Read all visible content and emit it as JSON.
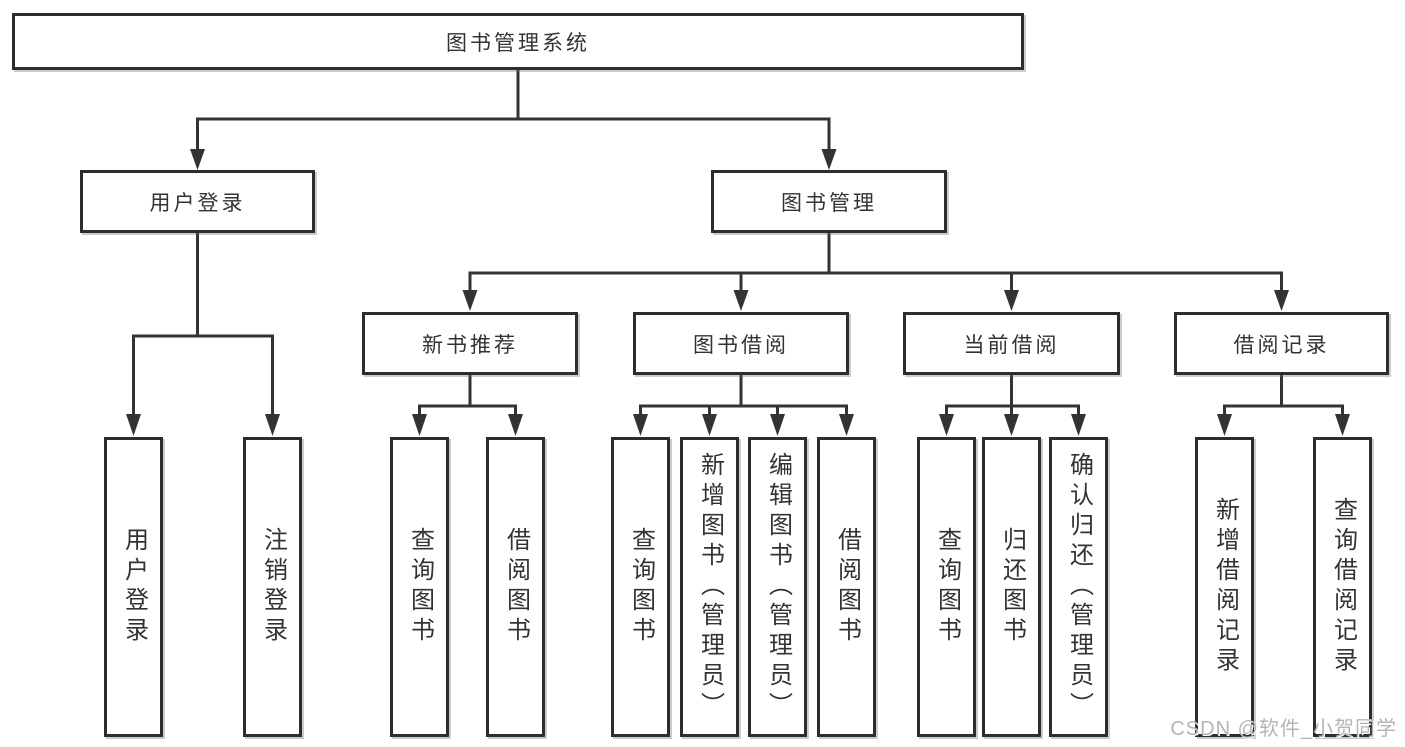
{
  "nodes": {
    "root": "图书管理系统",
    "level2": [
      "用户登录",
      "图书管理"
    ],
    "level3": [
      "新书推荐",
      "图书借阅",
      "当前借阅",
      "借阅记录"
    ],
    "leaves": [
      "用户登录",
      "注销登录",
      "查询图书",
      "借阅图书",
      "查询图书",
      "新增图书（管理员）",
      "编辑图书（管理员）",
      "借阅图书",
      "查询图书",
      "归还图书",
      "确认归还（管理员）",
      "新增借阅记录",
      "查询借阅记录"
    ]
  },
  "watermark": "CSDN @软件_小贺同学",
  "colors": {
    "border": "#2d2d2d",
    "line": "#333333",
    "text": "#333333",
    "background": "#ffffff",
    "watermark": "#b5b5b5"
  }
}
